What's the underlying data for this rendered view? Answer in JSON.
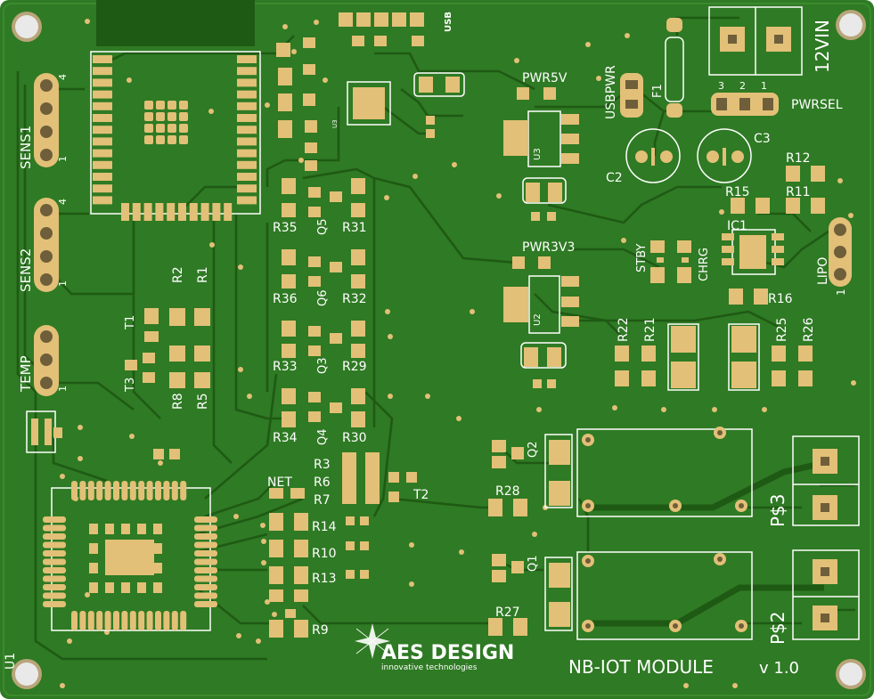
{
  "board": {
    "module_title": "NB-IOT MODULE",
    "version": "v 1.0",
    "logo_main": "AES DESIGN",
    "logo_sub": "innovative technologies",
    "colors": {
      "board": "#2f7a24",
      "trace": "#1f5a14",
      "pad": "#e2c077",
      "silk": "#ffffff"
    }
  },
  "connectors": {
    "sens1": "SENS1",
    "sens2": "SENS2",
    "temp": "TEMP",
    "lipo": "LIPO",
    "vin": "12VIN",
    "pwrsel": "PWRSEL",
    "usb": "USB",
    "usbpwr": "USBPWR",
    "ps3": "P$3",
    "ps2": "P$2"
  },
  "pin_labels": {
    "four": "4",
    "one": "1",
    "three": "3",
    "two": "2"
  },
  "leds": {
    "pwr5v": "PWR5V",
    "pwr3v3": "PWR3V3",
    "stby": "STBY",
    "chrg": "CHRG",
    "net": "NET"
  },
  "parts": {
    "u1": "U1",
    "u2": "U2",
    "u3": "U3",
    "ic1": "IC1",
    "f1": "F1",
    "c2": "C2",
    "c3": "C3",
    "t1": "T1",
    "t2": "T2",
    "t3": "T3",
    "q1": "Q1",
    "q2": "Q2",
    "q3": "Q3",
    "q4": "Q4",
    "q5": "Q5",
    "q6": "Q6"
  },
  "resistors": {
    "r1": "R1",
    "r2": "R2",
    "r3": "R3",
    "r5": "R5",
    "r6": "R6",
    "r7": "R7",
    "r8": "R8",
    "r9": "R9",
    "r10": "R10",
    "r11": "R11",
    "r12": "R12",
    "r13": "R13",
    "r14": "R14",
    "r15": "R15",
    "r16": "R16",
    "r21": "R21",
    "r22": "R22",
    "r25": "R25",
    "r26": "R26",
    "r27": "R27",
    "r28": "R28",
    "r29": "R29",
    "r30": "R30",
    "r31": "R31",
    "r32": "R32",
    "r33": "R33",
    "r34": "R34",
    "r35": "R35",
    "r36": "R36"
  }
}
